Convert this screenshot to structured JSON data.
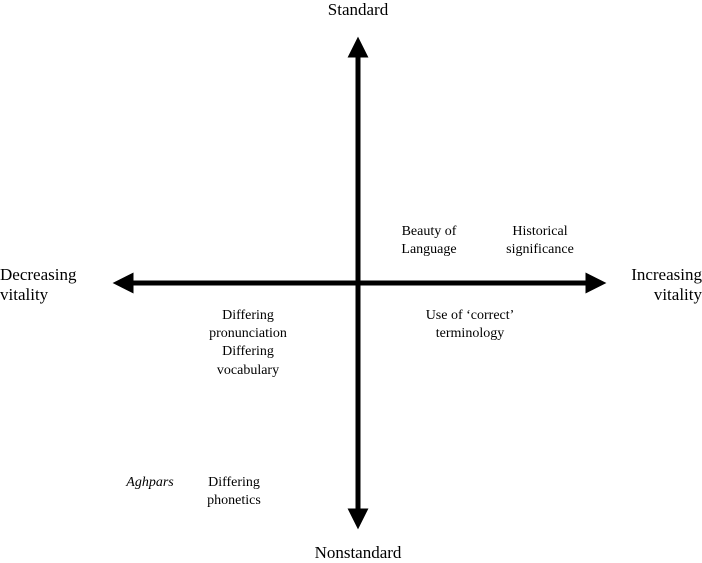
{
  "axes": {
    "top_label": "Standard",
    "bottom_label": "Nonstandard",
    "left_label": [
      "Decreasing",
      "vitality"
    ],
    "right_label": [
      "Increasing",
      "vitality"
    ]
  },
  "items": [
    {
      "id": "beauty-of-language",
      "lines": [
        "Beauty of",
        "Language"
      ],
      "italic": false
    },
    {
      "id": "historical-significance",
      "lines": [
        "Historical",
        "significance"
      ],
      "italic": false
    },
    {
      "id": "correct-terminology",
      "lines": [
        "Use of ‘correct’",
        "terminology"
      ],
      "italic": false
    },
    {
      "id": "differing-pronunciation-vocabulary",
      "lines": [
        "Differing",
        "pronunciation",
        "Differing",
        "vocabulary"
      ],
      "italic": false
    },
    {
      "id": "aghpars",
      "lines": [
        "Aghpars"
      ],
      "italic": true
    },
    {
      "id": "differing-phonetics",
      "lines": [
        "Differing",
        "phonetics"
      ],
      "italic": false
    }
  ],
  "colors": {
    "axis": "#000000",
    "text": "#000000",
    "background": "#ffffff"
  }
}
